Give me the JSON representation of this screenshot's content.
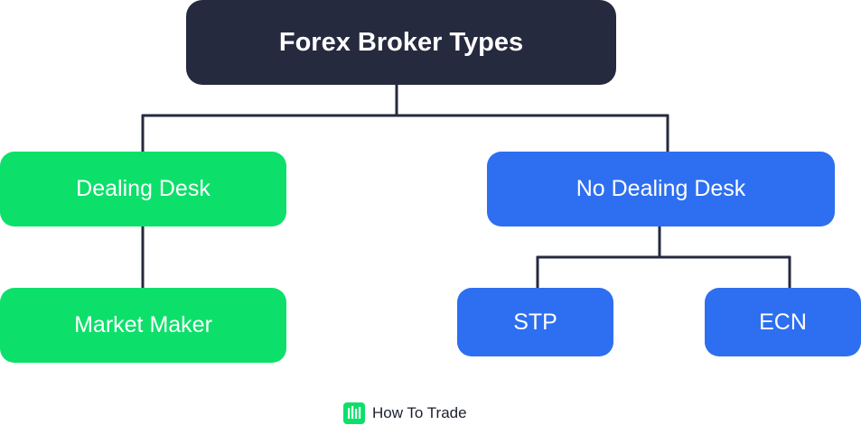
{
  "title": "Forex Broker Types",
  "nodes": {
    "dealing_desk": "Dealing Desk",
    "market_maker": "Market Maker",
    "no_dealing_desk": "No Dealing Desk",
    "stp": "STP",
    "ecn": "ECN"
  },
  "brand": {
    "name": "How To Trade",
    "logo_icon": "bar-chart-logo-icon"
  },
  "colors": {
    "root": "#262a3e",
    "dealing": "#0ce06a",
    "no_dealing": "#2d6ff0",
    "connector": "#262a3e"
  }
}
